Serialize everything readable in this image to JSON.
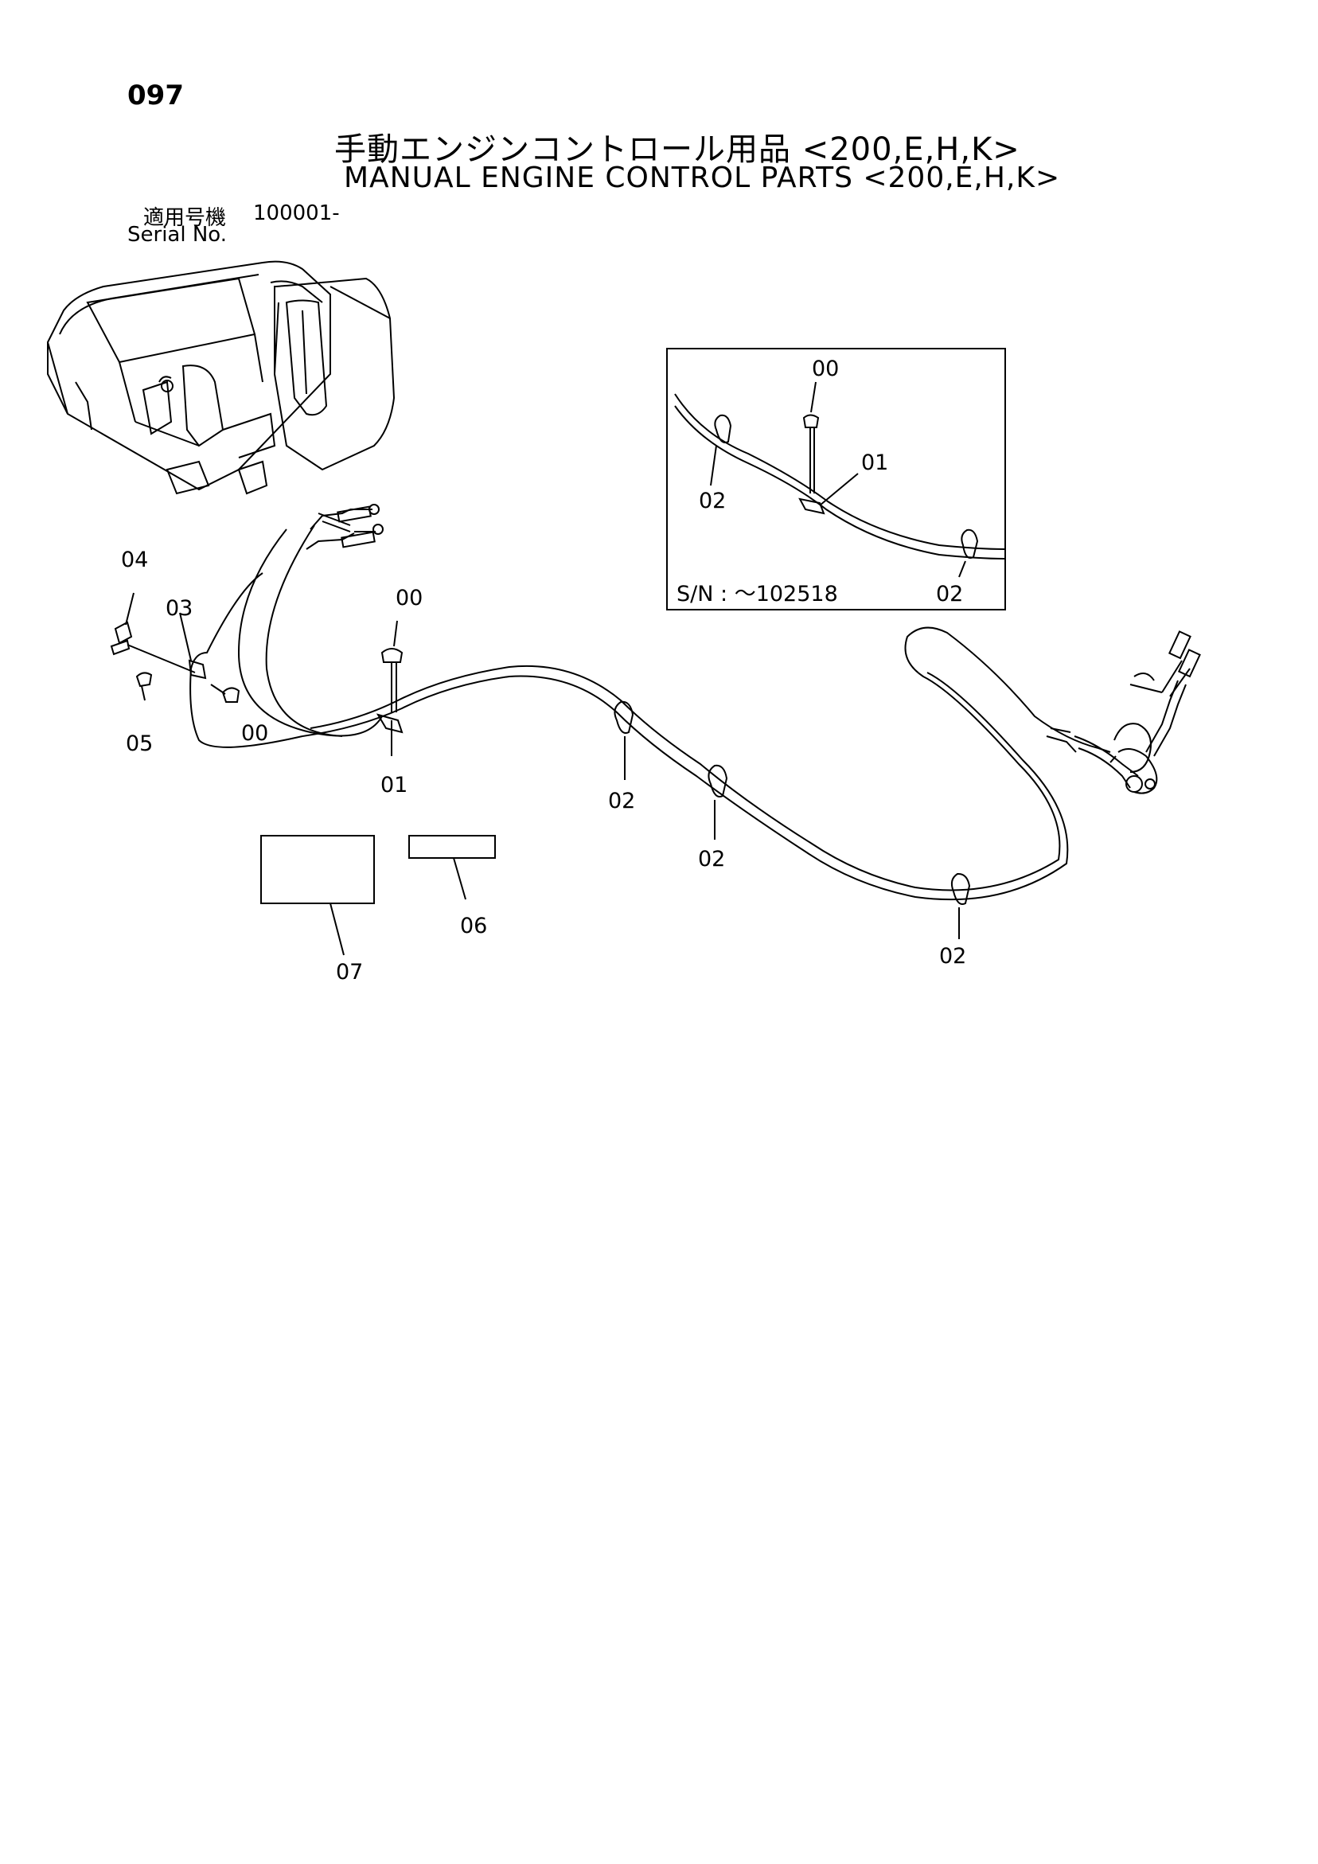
{
  "page_number": "097",
  "title_jp": "手動エンジンコントロール用品 <200,E,H,K>",
  "title_en": "MANUAL ENGINE CONTROL PARTS <200,E,H,K>",
  "serial": {
    "label_jp": "適用号機",
    "value": "100001-",
    "label_en": "Serial No."
  },
  "inset": {
    "serial_note": "S/N : ～102518",
    "callouts": [
      "00",
      "01",
      "02",
      "02"
    ]
  },
  "callouts": [
    "04",
    "03",
    "05",
    "00",
    "00",
    "01",
    "02",
    "02",
    "02",
    "06",
    "07"
  ]
}
